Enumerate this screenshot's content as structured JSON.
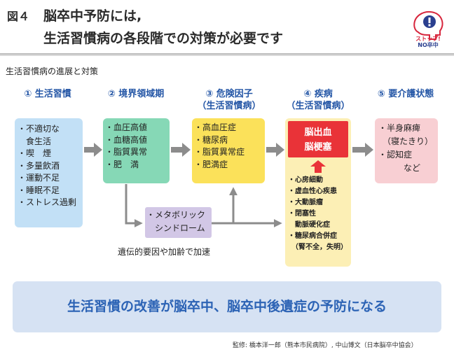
{
  "header": {
    "figure_label": "図４",
    "title_line1": "脳卒中予防には,",
    "title_line2": "生活習慣病の各段階での対策が必要です"
  },
  "logo": {
    "line1": "ストップ!",
    "line2": "NO卒中",
    "icon": "brain-head-stop-icon"
  },
  "subtitle": "生活習慣病の進展と対策",
  "stages": [
    {
      "label_line1": "① 生活習慣",
      "label_line2": ""
    },
    {
      "label_line1": "② 境界領域期",
      "label_line2": ""
    },
    {
      "label_line1": "③ 危険因子",
      "label_line2": "（生活習慣病）"
    },
    {
      "label_line1": "④ 疾病",
      "label_line2": "（生活習慣病）"
    },
    {
      "label_line1": "⑤ 要介護状態",
      "label_line2": ""
    }
  ],
  "boxes": {
    "lifestyle": [
      "・不適切な",
      "　食生活",
      "・喫　煙",
      "・多量飲酒",
      "・運動不足",
      "・睡眠不足",
      "・ストレス過剰"
    ],
    "borderline": [
      "・血圧高値",
      "・血糖高値",
      "・脂質異常",
      "・肥　満"
    ],
    "risk_factors": [
      "・高血圧症",
      "・糖尿病",
      "・脂質異常症",
      "・肥満症"
    ],
    "disease_main": [
      "脳出血",
      "脳梗塞"
    ],
    "disease_list": [
      "・心房細動",
      "・虚血性心疾患",
      "・大動脈瘤",
      "・閉塞性",
      "　動脈硬化症",
      "・糖尿病合併症",
      "　（腎不全，失明）"
    ],
    "care": [
      "・半身麻痺",
      "　（寝たきり）",
      "・認知症",
      "　　　など"
    ]
  },
  "metabolic": {
    "line1": "・メタボリック",
    "line2": "　シンドローム"
  },
  "genetic_note": "遺伝的要因や加齢で加速",
  "banner": "生活習慣の改善が脳卒中、脳卒中後遺症の予防になる",
  "credit": "監修: 橋本洋一郎（熊本市民病院）, 中山博文（日本脳卒中協会）",
  "colors": {
    "stage_blue": "#2456a6",
    "lifestyle_box": "#c2e0f6",
    "borderline_box": "#86d8b6",
    "risk_box": "#fbe15a",
    "disease_box": "#fcefb5",
    "stroke_red": "#e93338",
    "care_box": "#f8cfd3",
    "metabolic_box": "#d2c7e6",
    "arrow_gray": "#8c8c8c",
    "banner_bg": "#d6e2f3",
    "banner_text": "#2c63b5"
  }
}
